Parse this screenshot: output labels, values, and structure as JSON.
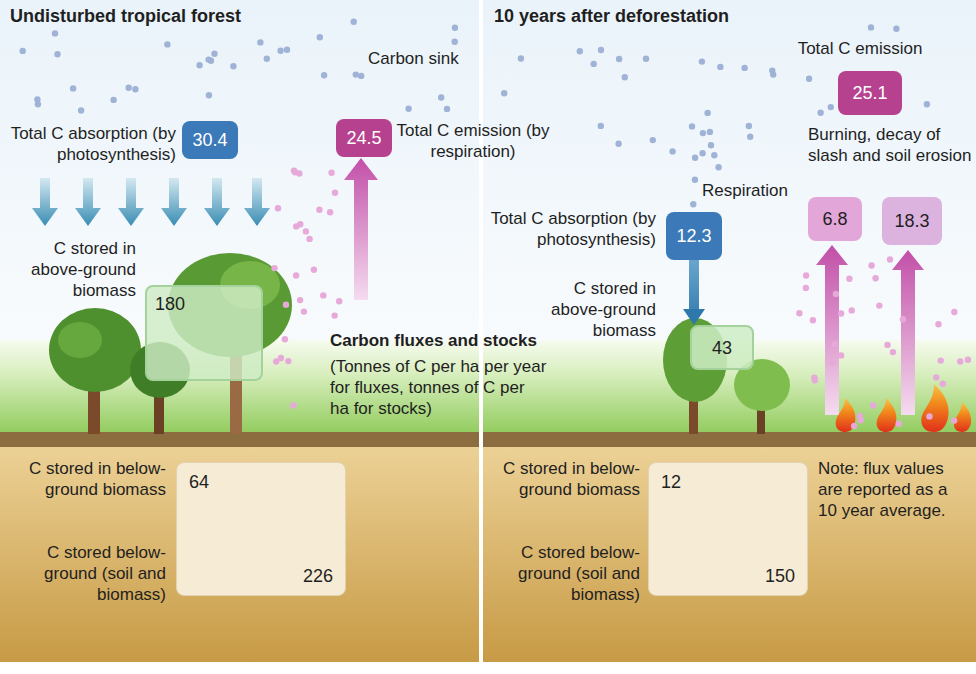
{
  "diagram": {
    "nodes": [
      {
        "text": [
          "30.4"
        ]
      },
      {
        "text": [
          "24.5"
        ]
      },
      {
        "text": [
          "180"
        ]
      },
      {
        "text": [
          "64",
          "226"
        ]
      },
      {
        "text": [
          "25.1"
        ]
      },
      {
        "text": [
          "12.3"
        ]
      },
      {
        "text": [
          "6.8"
        ]
      },
      {
        "text": [
          "18.3"
        ]
      },
      {
        "text": [
          "43"
        ]
      },
      {
        "text": [
          "12",
          "150"
        ]
      }
    ],
    "edges": [
      {
        "from": 5,
        "to": 8,
        "arrow": "to"
      }
    ],
    "labels": [
      "Undisturbed tropical forest",
      "Carbon sink",
      "Total C absorption (by photosynthesis)",
      "Total C emission (by respiration)",
      "C stored in above-ground biomass",
      "Carbon fluxes and stocks",
      "(Tonnes of C per ha per year for fluxes, tonnes of C per ha for stocks)",
      "C stored in below-ground biomass",
      "C stored below-ground (soil and biomass)",
      "10 years after deforestation",
      "Total C emission",
      "Burning, decay of slash and soil erosion",
      "Respiration",
      "Total C absorption (by photosynthesis)",
      "C stored in above-ground biomass",
      "C stored in below-ground biomass",
      "C stored below-ground (soil and biomass)",
      "Note: flux values are reported as a 10 year average."
    ]
  }
}
